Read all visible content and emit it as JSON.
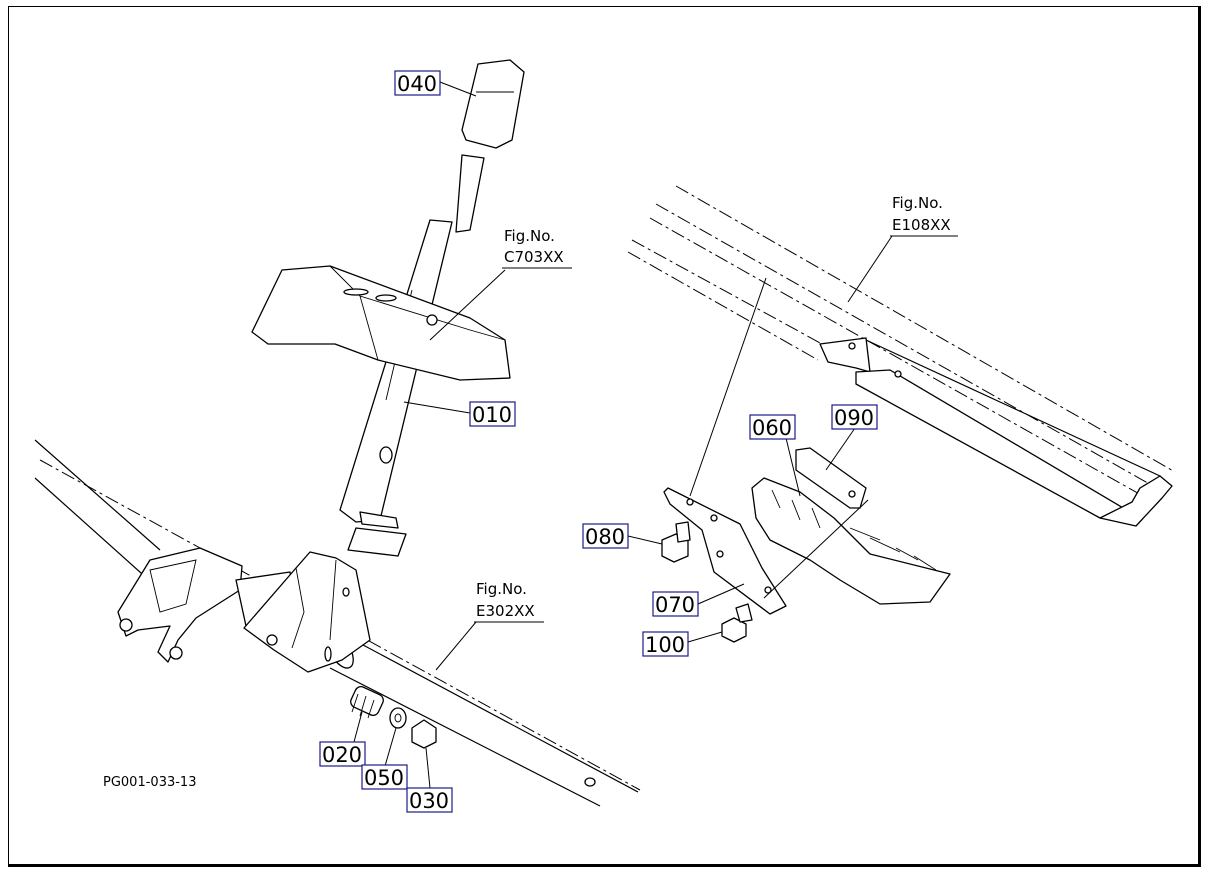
{
  "diagram": {
    "drawing_id": "PG001-033-13",
    "callouts": [
      {
        "id": "callout-040",
        "label": "040"
      },
      {
        "id": "callout-010",
        "label": "010"
      },
      {
        "id": "callout-020",
        "label": "020"
      },
      {
        "id": "callout-050",
        "label": "050"
      },
      {
        "id": "callout-030",
        "label": "030"
      },
      {
        "id": "callout-060",
        "label": "060"
      },
      {
        "id": "callout-090",
        "label": "090"
      },
      {
        "id": "callout-080",
        "label": "080"
      },
      {
        "id": "callout-070",
        "label": "070"
      },
      {
        "id": "callout-100",
        "label": "100"
      }
    ],
    "figure_refs": [
      {
        "id": "fig-ref-c703",
        "line1": "Fig.No.",
        "line2": "C703XX"
      },
      {
        "id": "fig-ref-e302",
        "line1": "Fig.No.",
        "line2": "E302XX"
      },
      {
        "id": "fig-ref-e108",
        "line1": "Fig.No.",
        "line2": "E108XX"
      }
    ]
  }
}
